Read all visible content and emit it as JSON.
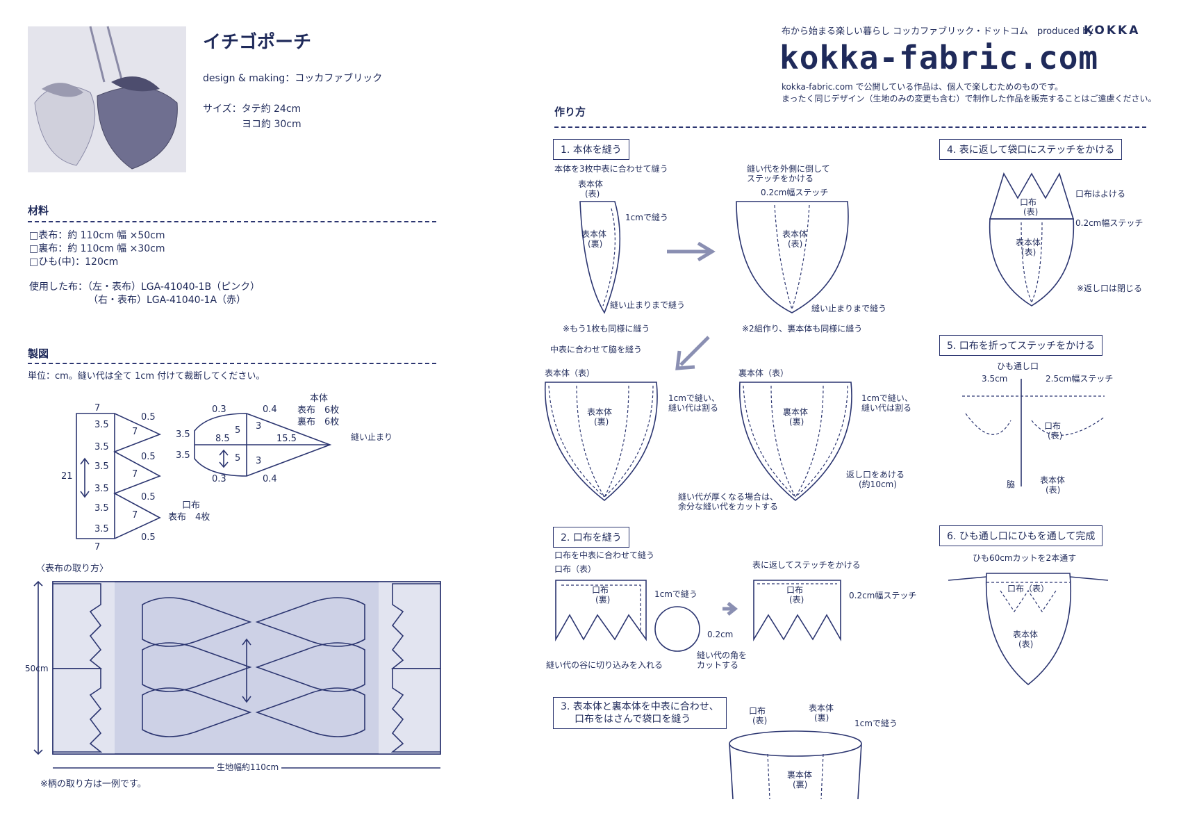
{
  "header": {
    "title": "イチゴポーチ",
    "credit": "design & making：コッカファブリック",
    "size_label": "サイズ：タテ約 24cm",
    "size_width": "ヨコ約 30cm",
    "tagline": "布から始まる楽しい暮らし コッカファブリック・ドットコム　produced by",
    "brand": "KOKKA",
    "logo": "kokka-fabric.com",
    "notice1": "kokka-fabric.com で公開している作品は、個人で楽しむためのものです。",
    "notice2": "まったく同じデザイン（生地のみの変更も含む）で制作した作品を販売することはご遠慮ください。"
  },
  "materials": {
    "heading": "材料",
    "items": [
      "□表布：約 110cm 幅 ×50cm",
      "□裏布：約 110cm 幅 ×30cm",
      "□ひも(中)：120cm"
    ],
    "used1": "使用した布：（左・表布）LGA-41040-1B（ピンク）",
    "used2": "（右・表布）LGA-41040-1A（赤）"
  },
  "pattern": {
    "heading": "製図",
    "unit": "単位：cm。縫い代は全て 1cm 付けて裁断してください。",
    "labels": {
      "d7a": "7",
      "d35": "3.5",
      "d05": "0.5",
      "d21": "21",
      "d7": "7",
      "kuchinuno": "口布",
      "omote4": "表布　4枚",
      "d03": "0.3",
      "d04": "0.4",
      "d5": "5",
      "d3": "3",
      "d85": "8.5",
      "d155": "15.5",
      "hontai": "本体",
      "omote6": "表布　6枚",
      "ura6": "裏布　6枚",
      "nuidome": "縫い止まり"
    },
    "layout_caption": "〈表布の取り方〉",
    "h50": "50cm",
    "w110": "生地幅約110cm",
    "note": "※柄の取り方は一例です。"
  },
  "howto": {
    "heading": "作り方",
    "step1": "1. 本体を縫う",
    "s1a": "本体を3枚中表に合わせて縫う",
    "s1b": "表本体",
    "s1b2": "(表)",
    "s1c": "1cmで縫う",
    "s1d": "表本体",
    "s1d2": "(裏)",
    "s1e": "縫い止まりまで縫う",
    "s1f": "※もう1枚も同様に縫う",
    "s1g": "縫い代を外側に倒して",
    "s1g2": "ステッチをかける",
    "s1h": "0.2cm幅ステッチ",
    "s1i": "表本体",
    "s1i2": "(表)",
    "s1j": "縫い止まりまで縫う",
    "s1k": "※2組作り、裏本体も同様に縫う",
    "s1l": "中表に合わせて脇を縫う",
    "s1m": "表本体（表）",
    "s1n": "1cmで縫い、",
    "s1n2": "縫い代は割る",
    "s1o": "表本体",
    "s1o2": "(裏)",
    "s1p": "裏本体（表）",
    "s1q": "裏本体",
    "s1q2": "(裏)",
    "s1r": "返し口をあける",
    "s1r2": "(約10cm)",
    "s1s": "縫い代が厚くなる場合は、",
    "s1s2": "余分な縫い代をカットする",
    "step2": "2. 口布を縫う",
    "s2a": "口布を中表に合わせて縫う",
    "s2b": "口布（表）",
    "s2c": "口布",
    "s2c2": "(裏)",
    "s2d": "1cmで縫う",
    "s2e": "0.2cm",
    "s2f": "縫い代の谷に切り込みを入れる",
    "s2g": "縫い代の角を",
    "s2g2": "カットする",
    "s2h": "表に返してステッチをかける",
    "s2i": "口布",
    "s2i2": "(表)",
    "s2j": "0.2cm幅ステッチ",
    "step3a": "3. 表本体と裏本体を中表に合わせ、",
    "step3b": "口布をはさんで袋口を縫う",
    "s3a": "口布",
    "s3a2": "(表)",
    "s3b": "表本体",
    "s3b2": "(裏)",
    "s3c": "1cmで縫う",
    "s3d": "裏本体",
    "s3d2": "(裏)",
    "step4": "4. 表に返して袋口にステッチをかける",
    "s4a": "口布はよける",
    "s4b": "0.2cm幅ステッチ",
    "s4c": "口布",
    "s4c2": "(表)",
    "s4d": "表本体",
    "s4d2": "(表)",
    "s4e": "※返し口は閉じる",
    "step5": "5. 口布を折ってステッチをかける",
    "s5a": "ひも通し口",
    "s5b": "3.5cm",
    "s5c": "2.5cm幅ステッチ",
    "s5d": "口布",
    "s5d2": "(表)",
    "s5e": "表本体",
    "s5e2": "(表)",
    "s5f": "脇",
    "step6": "6. ひも通し口にひもを通して完成",
    "s6a": "ひも60cmカットを2本通す",
    "s6b": "口布（表）",
    "s6c": "表本体",
    "s6c2": "(表)"
  }
}
